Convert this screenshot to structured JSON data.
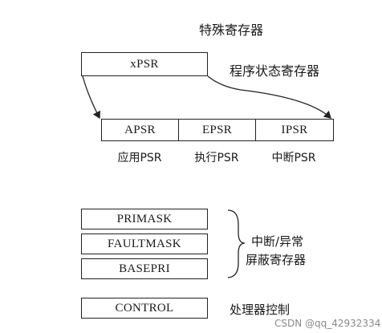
{
  "title": "特殊寄存器",
  "xpsr": {
    "name": "xPSR",
    "caption": "程序状态寄存器",
    "parts": [
      {
        "name": "APSR",
        "label": "应用PSR"
      },
      {
        "name": "EPSR",
        "label": "执行PSR"
      },
      {
        "name": "IPSR",
        "label": "中断PSR"
      }
    ]
  },
  "mask_group": {
    "registers": [
      "PRIMASK",
      "FAULTMASK",
      "BASEPRI"
    ],
    "caption_line1": "中断/异常",
    "caption_line2": "屏蔽寄存器"
  },
  "control": {
    "name": "CONTROL",
    "caption": "处理器控制"
  },
  "watermark": "CSDN @qq_42932334",
  "colors": {
    "line": "#222222",
    "text": "#1a1a1a",
    "watermark": "#8a8a8a"
  }
}
